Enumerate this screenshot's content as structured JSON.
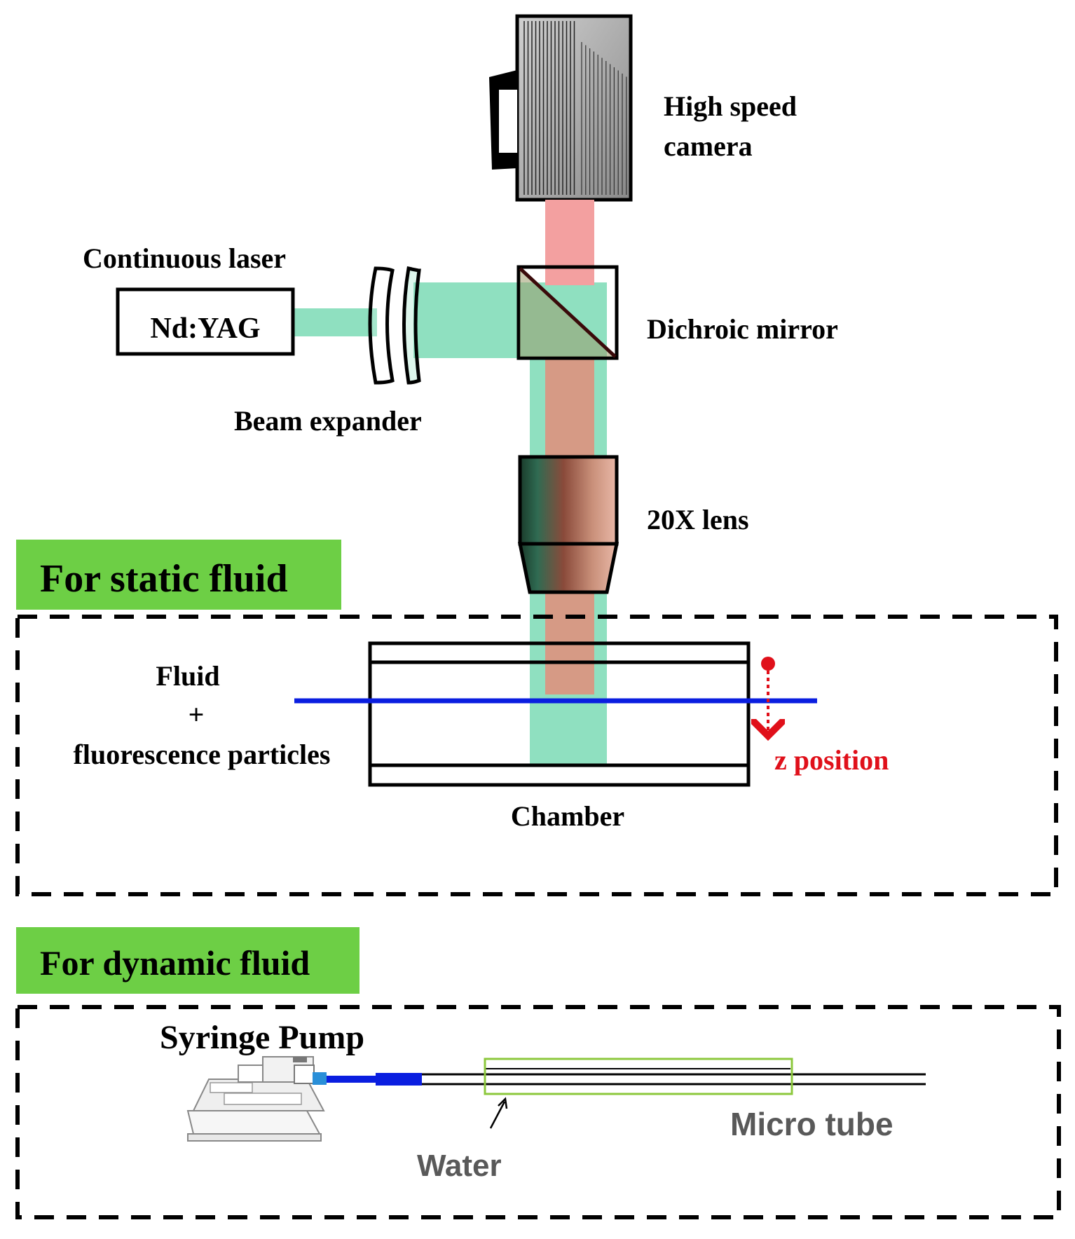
{
  "labels": {
    "camera": [
      "High speed",
      "camera"
    ],
    "continuous_laser": "Continuous laser",
    "laser_model": "Nd:YAG",
    "dichroic_mirror": "Dichroic mirror",
    "beam_expander": "Beam expander",
    "lens": "20X lens",
    "static_section": "For static fluid",
    "fluid": [
      "Fluid",
      "+",
      "fluorescence particles"
    ],
    "z_position": "z position",
    "chamber": "Chamber",
    "dynamic_section": "For dynamic fluid",
    "syringe_pump": "Syringe Pump",
    "water": "Water",
    "micro_tube": "Micro tube"
  },
  "colors": {
    "green_badge": "#6dcf45",
    "laser_beam": "#8fe0c0",
    "imaging_beam": "#f3a0a0",
    "z_marker": "#e0101a",
    "focal_plane": "#0a1ee0",
    "syringe_tube": "#0a1ee0",
    "water_outline": "#8cc83c"
  }
}
